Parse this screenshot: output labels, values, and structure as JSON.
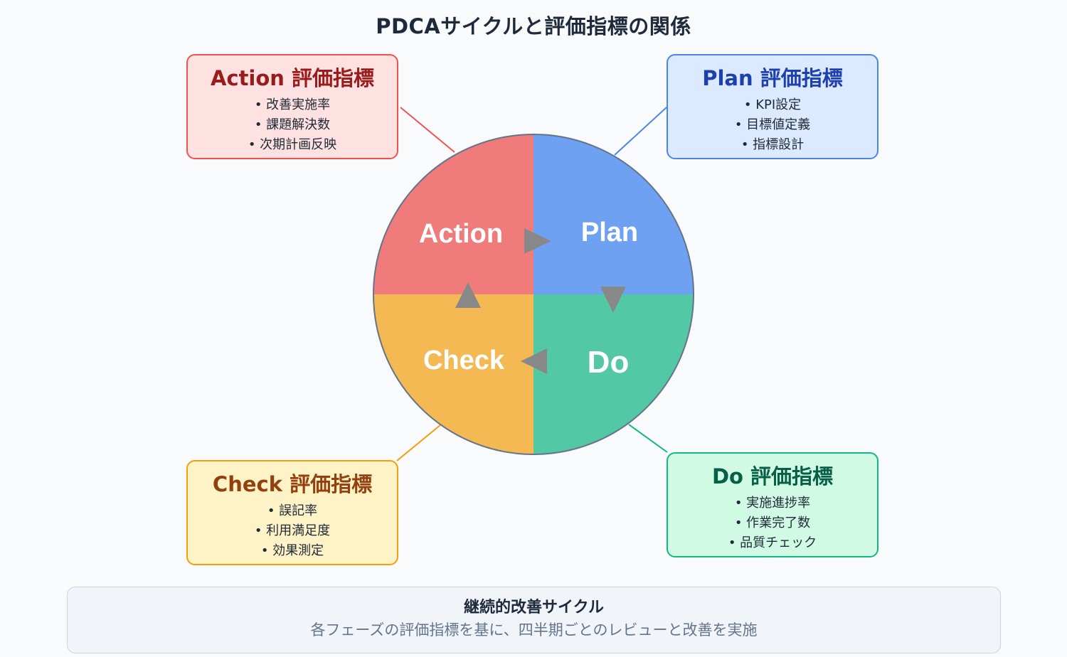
{
  "title": "PDCAサイクルと評価指標の関係",
  "colors": {
    "plan": "#6fa1f3",
    "do": "#52c9a4",
    "check": "#f4b952",
    "action": "#f07b7b",
    "arrow": "#888888",
    "circle_stroke": "#64748b"
  },
  "cycle": {
    "plan_label": "Plan",
    "do_label": "Do",
    "check_label": "Check",
    "action_label": "Action"
  },
  "boxes": {
    "action": {
      "title": "Action 評価指標",
      "items": [
        "改善実施率",
        "課題解決数",
        "次期計画反映"
      ]
    },
    "plan": {
      "title": "Plan 評価指標",
      "items": [
        "KPI設定",
        "目標値定義",
        "指標設計"
      ]
    },
    "check": {
      "title": "Check 評価指標",
      "items": [
        "誤記率",
        "利用満足度",
        "効果測定"
      ]
    },
    "do": {
      "title": "Do 評価指標",
      "items": [
        "実施進捗率",
        "作業完了数",
        "品質チェック"
      ]
    }
  },
  "footer": {
    "title": "継続的改善サイクル",
    "description": "各フェーズの評価指標を基に、四半期ごとのレビューと改善を実施"
  }
}
